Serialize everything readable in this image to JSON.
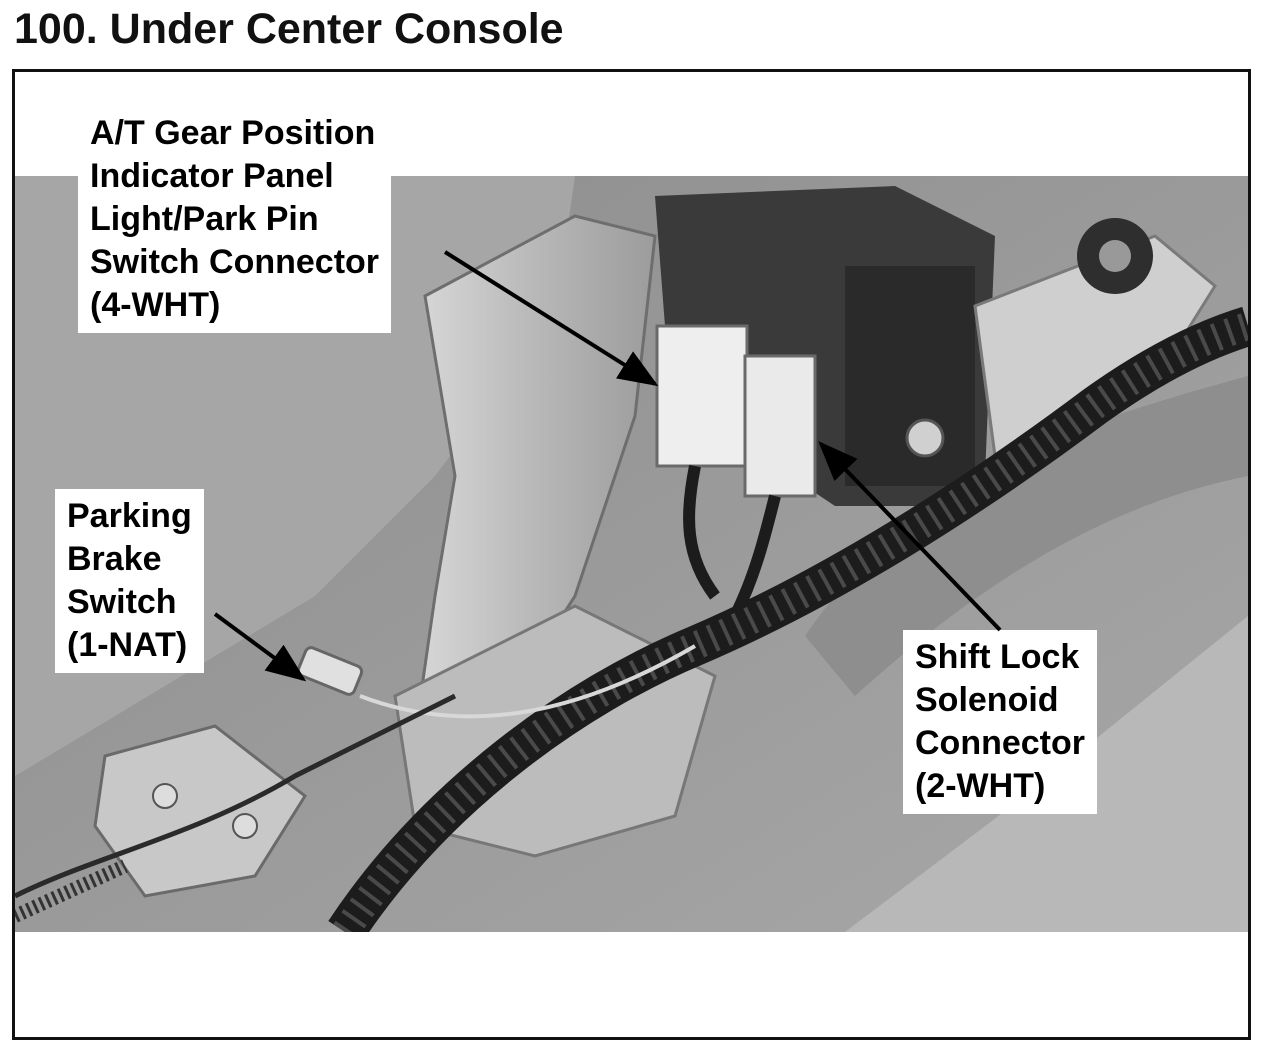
{
  "page": {
    "title": "100. Under Center Console"
  },
  "callouts": [
    {
      "id": "at-gear-position",
      "lines": [
        "A/T Gear Position",
        "Indicator Panel",
        "Light/Park Pin",
        "Switch Connector",
        "(4-WHT)"
      ]
    },
    {
      "id": "parking-brake-switch",
      "lines": [
        "Parking",
        "Brake",
        "Switch",
        "(1-NAT)"
      ]
    },
    {
      "id": "shift-lock-solenoid",
      "lines": [
        "Shift Lock",
        "Solenoid",
        "Connector",
        "(2-WHT)"
      ]
    }
  ],
  "colors": {
    "frame": "#111111",
    "photo_background": "#9a9a9a",
    "carpet": "#b4b4b4",
    "bracket": "#c6c6c6",
    "connector": "#eeeeee",
    "harness": "#1c1c1c",
    "arrow": "#000000"
  }
}
